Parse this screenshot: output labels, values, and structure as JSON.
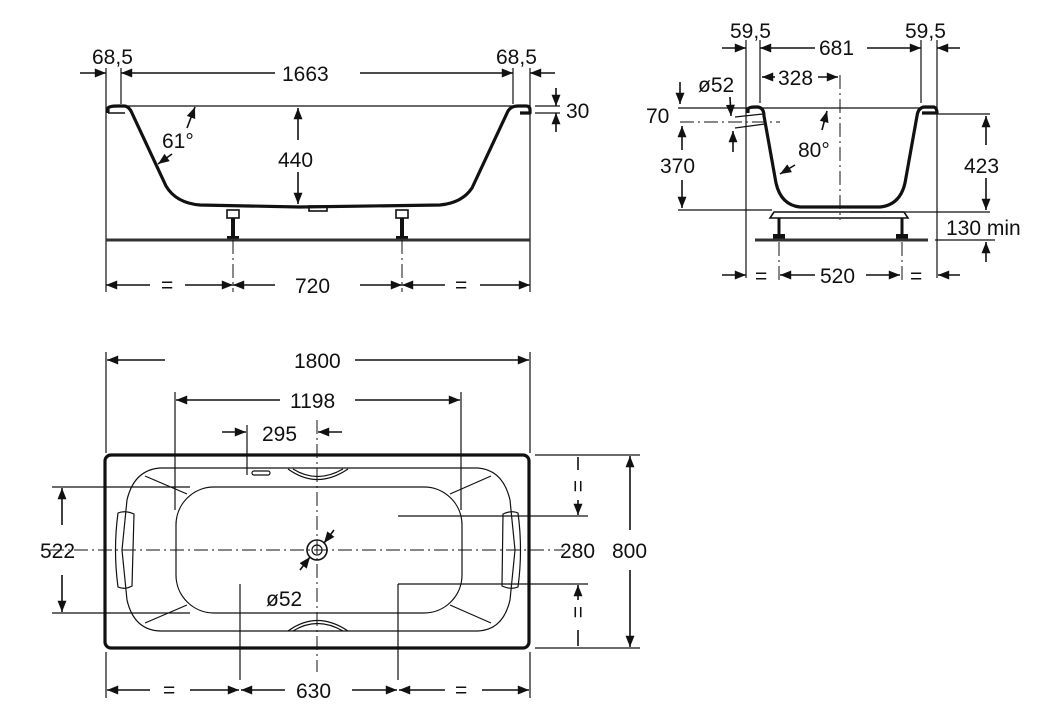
{
  "side_elevation": {
    "rim_left": "68,5",
    "inner_length": "1663",
    "rim_right": "68,5",
    "rim_height": "30",
    "wall_angle": "61°",
    "depth": "440",
    "equal_left": "=",
    "leg_spacing": "720",
    "equal_right": "="
  },
  "end_elevation": {
    "rim_left": "59,5",
    "inner_width": "681",
    "rim_right": "59,5",
    "overflow_offset": "328",
    "overflow_diameter": "ø52",
    "overflow_drop": "70",
    "overflow_height": "370",
    "wall_angle": "80°",
    "depth": "423",
    "min_clearance": "130 min",
    "equal_left": "=",
    "leg_spacing": "520",
    "equal_right": "="
  },
  "plan": {
    "overall_length": "1800",
    "basin_length": "1198",
    "overflow_offset": "295",
    "basin_width": "522",
    "basin_inner_width": "280",
    "overall_width": "800",
    "equal_top": "=",
    "equal_bottom": "=",
    "drain_diameter": "ø52",
    "equal_left": "=",
    "leg_spacing": "630",
    "equal_right": "="
  }
}
